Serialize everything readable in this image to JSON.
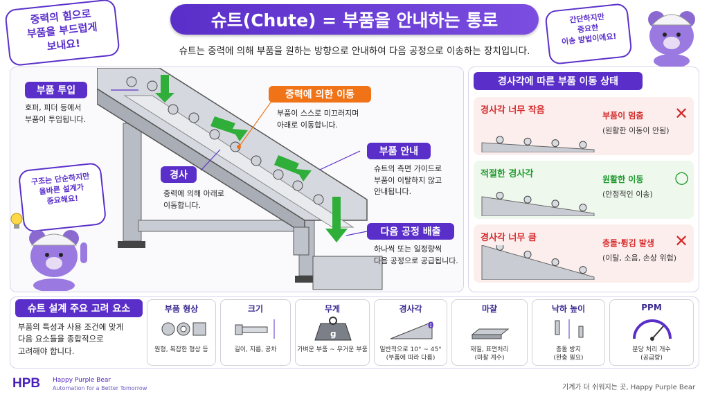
{
  "header": {
    "title": "슈트(Chute) = 부품을 안내하는 통로",
    "subtitle": "슈트는 중력에 의해 부품을 원하는 방향으로 안내하여 다음 공정으로 이송하는 장치입니다."
  },
  "bubbles": {
    "left": [
      "중력의 힘으로",
      "부품을 부드럽게",
      "보내요!"
    ],
    "right": [
      "간단하지만",
      "중요한",
      "이송 방법이에요!"
    ],
    "middle": [
      "구조는 단순하지만",
      "올바른 설계가",
      "중요해요!"
    ]
  },
  "callouts": {
    "input": {
      "tag": "부품 투입",
      "desc": [
        "호퍼, 피더 등에서",
        "부품이 투입됩니다."
      ]
    },
    "gravity": {
      "tag": "중력에 의한 이동",
      "desc": [
        "부품이 스스로 미끄러지며",
        "아래로 이동합니다."
      ]
    },
    "guide": {
      "tag": "부품 안내",
      "desc": [
        "슈트의 측면 가이드로",
        "부품이 이탈하지 않고",
        "안내됩니다."
      ]
    },
    "slope": {
      "tag": "경사",
      "desc": [
        "중력에 의해 아래로",
        "이동합니다."
      ]
    },
    "discharge": {
      "tag": "다음 공정 배출",
      "desc": [
        "하나씩 또는 일정량씩",
        "다음 공정으로 공급됩니다."
      ]
    }
  },
  "angle_panel": {
    "header": "경사각에 따른 부품 이동 상태",
    "states": [
      {
        "title": "경사각 너무 작음",
        "result": "부품이 멈춤",
        "note": "(원활한 이동이 안됨)",
        "mark": "✕",
        "color": "#d62a2a",
        "bg": "#fdeeee"
      },
      {
        "title": "적절한 경사각",
        "result": "원활한 이동",
        "note": "(안정적인 이송)",
        "mark": "○",
        "color": "#1f9a2e",
        "bg": "#eef8ec"
      },
      {
        "title": "경사각 너무 큼",
        "result": "충돌·튕김 발생",
        "note": "(이탈, 소음, 손상 위험)",
        "mark": "✕",
        "color": "#d62a2a",
        "bg": "#fdeeee"
      }
    ]
  },
  "design": {
    "tag": "슈트 설계 주요 고려 요소",
    "desc": [
      "부품의 특성과 사용 조건에 맞게",
      "다음 요소들을 종합적으로",
      "고려해야 합니다."
    ],
    "factors": [
      {
        "title": "부품 형상",
        "desc": [
          "원형, 복잡한 형상 등"
        ],
        "icon": "part-shape-icon"
      },
      {
        "title": "크기",
        "desc": [
          "길이, 지름, 공차"
        ],
        "icon": "bolt-size-icon"
      },
      {
        "title": "무게",
        "desc": [
          "가벼운 부품 ~ 무거운 부품"
        ],
        "icon": "weight-icon",
        "glyph": "g"
      },
      {
        "title": "경사각",
        "desc": [
          "일반적으로 10° ~ 45°",
          "(부품에 따라 다름)"
        ],
        "icon": "angle-icon",
        "glyph": "θ"
      },
      {
        "title": "마찰",
        "desc": [
          "재질, 표면처리",
          "(마찰 계수)"
        ],
        "icon": "friction-block-icon"
      },
      {
        "title": "낙하 높이",
        "desc": [
          "충돌 방지",
          "(완충 필요)"
        ],
        "icon": "drop-height-icon"
      },
      {
        "title": "PPM",
        "desc": [
          "분당 처리 개수",
          "(공급량)"
        ],
        "icon": "gauge-icon"
      }
    ]
  },
  "footer": {
    "logo": "HPB",
    "name": "Happy Purple Bear",
    "tagline": "Automation for a Better Tomorrow",
    "slogan": "기계가 더 쉬워지는 곳, Happy Purple Bear"
  },
  "colors": {
    "accent": "#5a2fc9",
    "orange": "#f07318",
    "good": "#1f9a2e",
    "bad": "#d62a2a"
  }
}
